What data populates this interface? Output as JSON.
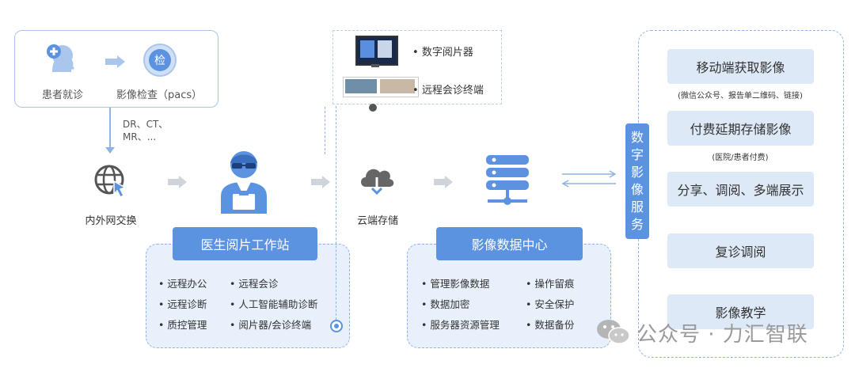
{
  "intake": {
    "patient_label": "患者就诊",
    "exam_label": "影像检查（pacs）",
    "exam_glyph": "检",
    "modalities_line1": "DR、CT、",
    "modalities_line2": "MR、..."
  },
  "network": {
    "label": "内外网交换"
  },
  "workstation": {
    "title": "医生阅片工作站",
    "features_left": [
      "远程办公",
      "远程诊断",
      "质控管理"
    ],
    "features_right": [
      "远程会诊",
      "人工智能辅助诊断",
      "阅片器/会诊终端"
    ]
  },
  "terminals": {
    "items": [
      "数字阅片器",
      "远程会诊终端"
    ]
  },
  "cloud": {
    "label": "云端存储"
  },
  "datacenter": {
    "title": "影像数据中心",
    "features_left": [
      "管理影像数据",
      "数据加密",
      "服务器资源管理"
    ],
    "features_right": [
      "操作留痕",
      "安全保护",
      "数据备份"
    ]
  },
  "services": {
    "vertical_label": [
      "数",
      "字",
      "影",
      "像",
      "服",
      "务"
    ],
    "items": [
      {
        "label": "移动端获取影像",
        "note": "(微信公众号、报告单二维码、链接)"
      },
      {
        "label": "付费延期存储影像",
        "note": "(医院/患者付费)"
      },
      {
        "label": "分享、调阅、多端展示"
      },
      {
        "label": "复诊调阅"
      },
      {
        "label": "影像教学"
      }
    ]
  },
  "watermark": {
    "text": "公众号 · 力汇智联"
  },
  "colors": {
    "accent": "#5b93e0",
    "light_fill": "#dde9f7",
    "dashed_border": "#8fb4e3",
    "arrow_gray": "#cfd4db"
  }
}
